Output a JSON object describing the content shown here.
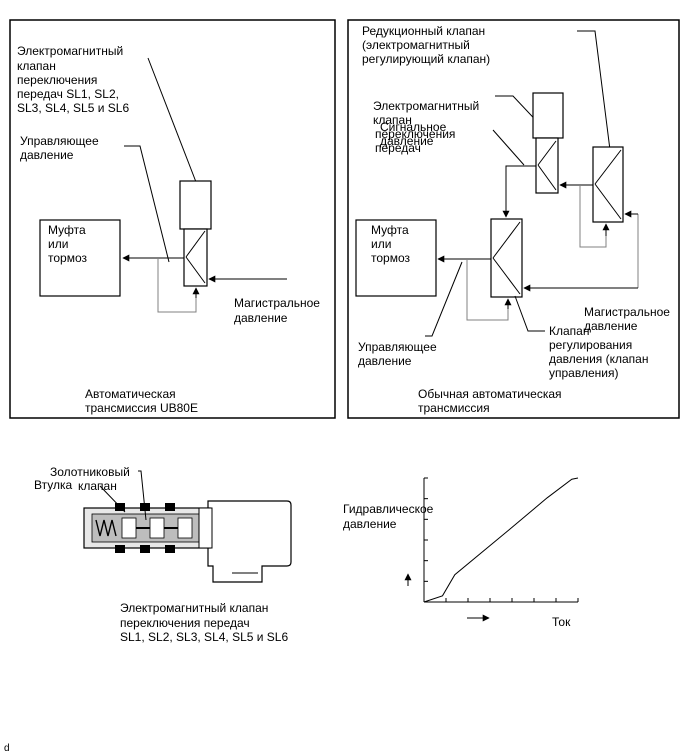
{
  "left_panel": {
    "solenoid_label": [
      "Электромагнитный",
      "клапан",
      "переключения",
      "передач SL1, SL2,",
      "SL3, SL4, SL5 и SL6"
    ],
    "control_pressure_label": [
      "Управляющее",
      "давление"
    ],
    "clutch_label": [
      "Муфта",
      "или",
      "тормоз"
    ],
    "line_pressure_label": [
      "Магистральное",
      "давление"
    ],
    "caption": [
      "Автоматическая",
      "трансмиссия UB80E"
    ]
  },
  "right_panel": {
    "reducing_valve_label": [
      "Редукционный клапан",
      "(электромагнитный",
      "регулирующий клапан)"
    ],
    "shift_solenoid_label": [
      "Электромагнитный",
      "клапан",
      "переключения",
      "передач"
    ],
    "signal_pressure_label": [
      "Сигнальное",
      "давление"
    ],
    "clutch_label": [
      "Муфта",
      "или",
      "тормоз"
    ],
    "line_pressure_label": [
      "Магистральное",
      "давление"
    ],
    "control_pressure_label": [
      "Управляющее",
      "давление"
    ],
    "pressure_control_valve_label": [
      "Клапан",
      "регулирования",
      "давления (клапан",
      "управления)"
    ],
    "caption": [
      "Обычная автоматическая",
      "трансмиссия"
    ]
  },
  "bottom": {
    "spool_label": [
      "Золотниковый",
      "клапан"
    ],
    "sleeve_label": "Втулка",
    "solenoid_caption": [
      "Электромагнитный клапан",
      "переключения передач",
      "SL1, SL2, SL3, SL4, SL5 и SL6"
    ]
  },
  "graph": {
    "ylabel": [
      "Гидравлическое",
      "давление"
    ],
    "xlabel": "Ток"
  },
  "footer": {
    "mark": "d"
  },
  "chart_data": {
    "type": "line",
    "title": "",
    "xlabel": "Ток",
    "ylabel": "Гидравлическое давление",
    "note": "qualitative curve, axes have no numeric tick labels",
    "series": [
      {
        "x": [
          0.0,
          0.12,
          0.2,
          0.55,
          0.8,
          0.96,
          1.0
        ],
        "y": [
          0.0,
          0.05,
          0.22,
          0.58,
          0.84,
          0.99,
          1.0
        ]
      }
    ],
    "xlim": [
      0,
      1
    ],
    "ylim": [
      0,
      1
    ]
  }
}
